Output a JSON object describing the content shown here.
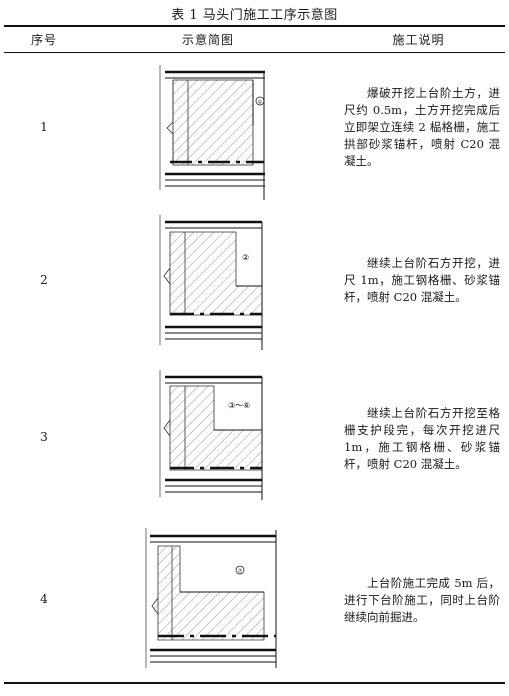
{
  "caption": "表 1  马头门施工工序示意图",
  "headers": {
    "seq": "序号",
    "diagram": "示意简图",
    "desc": "施工说明"
  },
  "rows": [
    {
      "seq": "1",
      "desc": "爆破开挖上台阶土方，进尺约 0.5m，土方开挖完成后立即架立连续 2 榀格栅，施工拱部砂浆锚杆，喷射 C20 混凝土。",
      "marker": "①"
    },
    {
      "seq": "2",
      "desc": "继续上台阶石方开挖，进尺 1m，施工钢格栅、砂浆锚杆，喷射 C20 混凝土。",
      "marker": "②"
    },
    {
      "seq": "3",
      "desc": "继续上台阶石方开挖至格栅支护段完，每次开挖进尺 1m，施工钢格栅、砂浆锚杆，喷射 C20 混凝土。",
      "marker": "③～⑥"
    },
    {
      "seq": "4",
      "desc": "上台阶施工完成 5m 后，进行下台阶施工，同时上台阶继续向前掘进。",
      "marker": "⑦"
    }
  ]
}
